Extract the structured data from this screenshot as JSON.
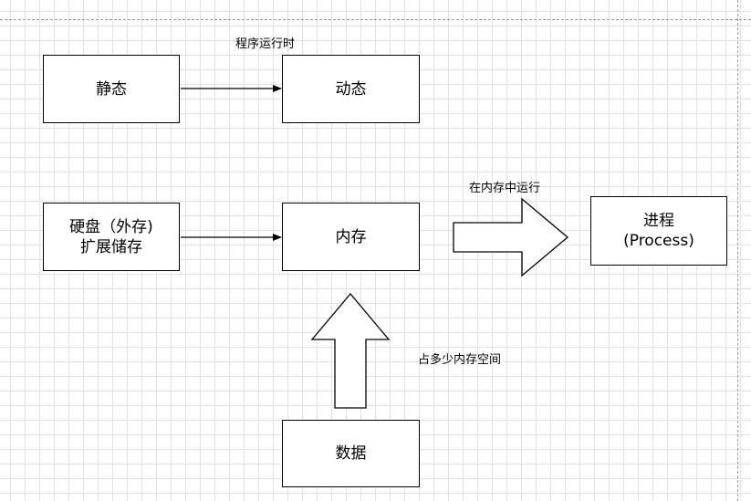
{
  "nodes": {
    "static": "静态",
    "dynamic": "动态",
    "disk": "硬盘（外存)\n扩展储存",
    "memory": "内存",
    "process": "进程\n(Process)",
    "data": "数据"
  },
  "edge_labels": {
    "program_run": "程序运行时",
    "run_in_memory": "在内存中运行",
    "occupy_memory": "占多少内存空间"
  }
}
